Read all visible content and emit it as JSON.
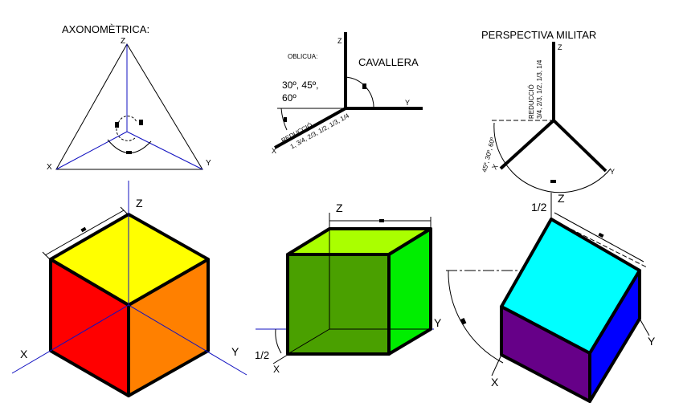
{
  "panels": {
    "axonometric": {
      "title": "AXONOMÈTRICA:",
      "axis_z": "Z",
      "axis_x": "X",
      "axis_y": "Y"
    },
    "cavalier": {
      "oblique_label": "OBLICUA:",
      "title": "CAVALLERA",
      "angles_line1": "30º, 45º,",
      "angles_line2": "60º",
      "reduction_line1": "REDUCCIÓ",
      "reduction_line2": "1, 3/4, 2/3, 1/2, 1/3, 1/4",
      "axis_z": "Z",
      "axis_x": "X",
      "axis_y": "Y"
    },
    "military": {
      "title": "PERSPECTIVA MILITAR",
      "reduction_line1": "REDUCCIÓ",
      "reduction_line2": "3/4, 2/3, 1/2, 1/3, 1/4",
      "angles": "45º, 30º, 60º",
      "axis_z": "Z",
      "axis_x": "X",
      "axis_y": "Y"
    }
  },
  "cubes": {
    "axonometric": {
      "axis_z": "Z",
      "axis_x": "X",
      "axis_y": "Y",
      "colors": {
        "top": "#ffff00",
        "left": "#ff0000",
        "right": "#ff8000"
      }
    },
    "cavalier": {
      "axis_z": "Z",
      "axis_x": "X",
      "axis_y": "Y",
      "reduction": "1/2",
      "colors": {
        "front": "#4aa000",
        "side": "#00ee00",
        "top": "#aaff00"
      }
    },
    "military": {
      "axis_z": "Z",
      "axis_x": "X",
      "axis_y": "Y",
      "reduction": "1/2",
      "colors": {
        "top": "#00ffff",
        "front": "#660088",
        "side": "#0000ff"
      }
    }
  }
}
